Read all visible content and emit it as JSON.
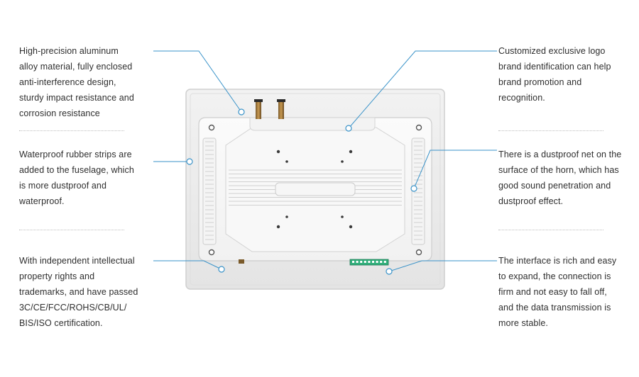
{
  "callouts": {
    "top_left": [
      "High-precision aluminum",
      "alloy material, fully enclosed",
      "anti-interference design,",
      "sturdy impact resistance and",
      "corrosion resistance"
    ],
    "mid_left": [
      "Waterproof rubber strips are",
      "added to the fuselage, which",
      "is more dustproof and",
      "waterproof."
    ],
    "bottom_left": [
      "With independent intellectual",
      "property rights and",
      "trademarks, and have passed",
      "3C/CE/FCC/ROHS/CB/UL/",
      "BIS/ISO certification."
    ],
    "top_right": [
      "Customized exclusive logo",
      "brand identification can help",
      "brand promotion and",
      "recognition."
    ],
    "mid_right": [
      "There is a dustproof net on the",
      "surface of the horn, which has",
      "good sound penetration and",
      "dustproof effect."
    ],
    "bottom_right": [
      "The interface is rich and easy",
      "to expand, the connection is",
      "firm and not easy to fall off,",
      "and the data transmission is",
      "more stable."
    ]
  },
  "colors": {
    "leader_line": "#3a93c9",
    "marker": "#3a93c9",
    "device_body": "#ececec",
    "device_frame": "#d9d9d9",
    "back_plate": "#f6f6f6",
    "connector_block": "#2fae7a"
  }
}
